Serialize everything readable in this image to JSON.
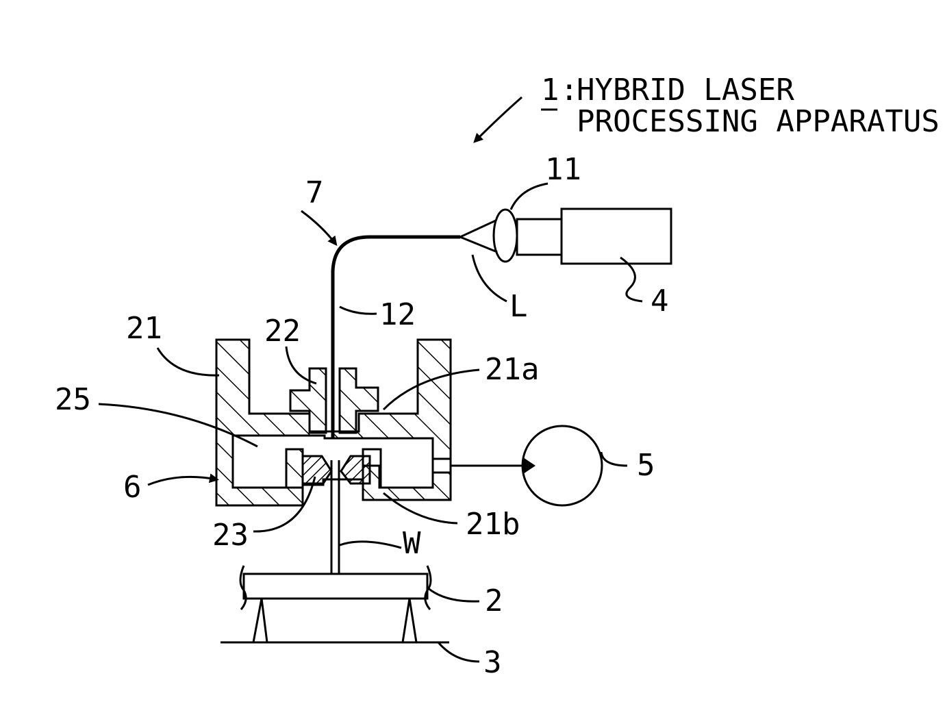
{
  "figure": {
    "title_number": "1",
    "title_separator": ":",
    "title_line1": "HYBRID LASER",
    "title_line2": "PROCESSING APPARATUS"
  },
  "labels": {
    "optical_fiber_bend": "7",
    "lens": "11",
    "laser_beam": "L",
    "laser_oscillator": "4",
    "fiber": "12",
    "housing": "21",
    "upper_nozzle": "22",
    "upper_chamber": "21a",
    "chamber": "25",
    "pump": "5",
    "apparatus_head": "6",
    "lower_nozzle": "23",
    "lower_chamber": "21b",
    "water_jet": "W",
    "table": "2",
    "base": "3"
  },
  "colors": {
    "ink": "#000000",
    "paper": "#ffffff"
  }
}
